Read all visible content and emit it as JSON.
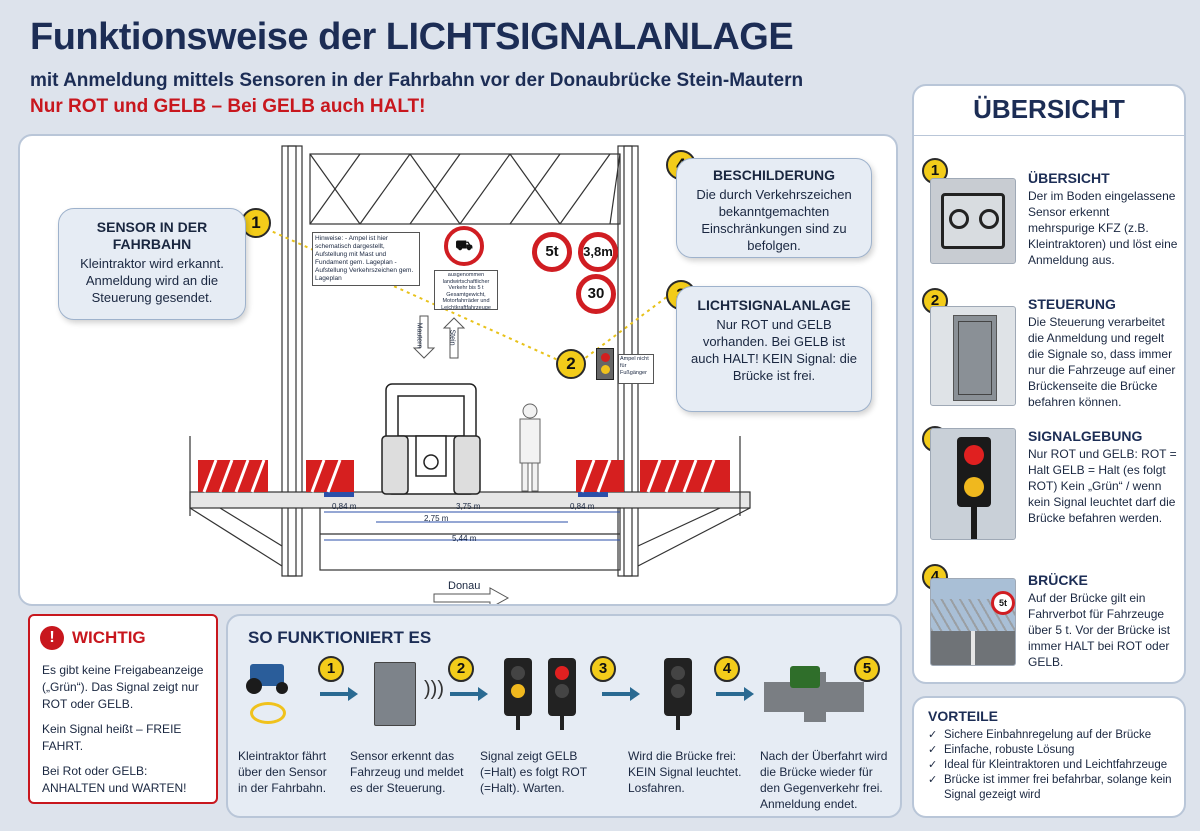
{
  "header": {
    "title": "Funktionsweise der LICHTSIGNALANLAGE",
    "subtitle": "mit Anmeldung mittels Sensoren in der Fahrbahn vor der Donaubrücke Stein-Mautern",
    "warning": "Nur ROT und GELB – Bei GELB auch HALT!"
  },
  "diagram": {
    "callout_sensor": {
      "number": "1",
      "title": "SENSOR IN DER FAHRBAHN",
      "text": "Kleintraktor wird erkannt. Anmeldung wird an die Steuerung gesendet."
    },
    "callout_schild": {
      "number": "4",
      "title": "BESCHILDERUNG",
      "text": "Die durch Verkehrszeichen bekanntgemachten Einschränkungen sind zu befolgen."
    },
    "callout_lsa": {
      "number": "3",
      "title": "LICHTSIGNALANLAGE",
      "text": "Nur ROT und GELB vorhanden. Bei GELB ist auch HALT! KEIN Signal: die Brücke ist frei."
    },
    "marker_2": "2",
    "hinweis_box": "Hinweise: - Ampel ist hier schematisch dargestellt, Aufstellung mit Mast und Fundament gem. Lageplan - Aufstellung Verkehrszeichen gem. Lageplan",
    "sign_note": "ausgenommen landwirtschaftlicher Verkehr bis 5 t Gesamtgewicht, Motorfahrräder und Leichtkraftfahrzeuge",
    "sign_5t": "5t",
    "sign_height": "3,8m",
    "sign_speed": "30",
    "ampel_note": "Ampel nicht für Fußgänger",
    "dim_left": "0,84 m",
    "dim_center": "3,75 m",
    "dim_right": "0,84 m",
    "dim_inner": "2,75 m",
    "dim_total": "5,44 m",
    "dir_mautern": "Mautern",
    "dir_stein": "Stein",
    "river": "Donau"
  },
  "overview": {
    "title": "ÜBERSICHT",
    "items": [
      {
        "number": "1",
        "heading": "ÜBERSICHT",
        "text": "Der im Boden eingelassene Sensor erkennt mehrspurige KFZ (z.B. Kleintraktoren) und löst eine Anmeldung aus."
      },
      {
        "number": "2",
        "heading": "STEUERUNG",
        "text": "Die Steuerung verarbeitet die Anmeldung und regelt die Signale so, dass immer nur die Fahrzeuge auf einer Brückenseite die Brücke befahren können."
      },
      {
        "number": "3",
        "heading": "SIGNALGEBUNG",
        "text": "Nur ROT und GELB: ROT = Halt GELB = Halt (es folgt ROT) Kein „Grün“ / wenn kein Signal leuchtet darf die Brücke befahren werden."
      },
      {
        "number": "4",
        "heading": "BRÜCKE",
        "text": "Auf der Brücke gilt ein Fahrverbot für Fahrzeuge über 5 t. Vor der Brücke ist immer HALT bei ROT oder GELB."
      }
    ],
    "bridge_sign": "5t"
  },
  "vorteile": {
    "title": "VORTEILE",
    "items": [
      "Sichere Einbahnregelung auf der Brücke",
      "Einfache, robuste Lösung",
      "Ideal für Kleintraktoren und Leichtfahrzeuge",
      "Brücke ist immer frei befahrbar, solange kein Signal gezeigt wird"
    ]
  },
  "wichtig": {
    "title": "WICHTIG",
    "p1": "Es gibt keine Freigabeanzeige („Grün“). Das Signal zeigt nur ROT oder GELB.",
    "p2": "Kein Signal heißt – FREIE FAHRT.",
    "p3": "Bei Rot oder GELB: ANHALTEN und WARTEN!"
  },
  "steps": {
    "title": "SO FUNKTIONIERT ES",
    "items": [
      {
        "number": "1",
        "text": "Kleintraktor fährt über den Sensor in der Fahrbahn."
      },
      {
        "number": "2",
        "text": "Sensor erkennt das Fahrzeug und meldet es der Steuerung."
      },
      {
        "number": "3",
        "text": "Signal zeigt GELB (=Halt) es folgt ROT (=Halt). Warten."
      },
      {
        "number": "4",
        "text": "Wird die Brücke frei: KEIN Signal leuchtet. Losfahren."
      },
      {
        "number": "5",
        "text": "Nach der Überfahrt wird die Brücke wieder für den Gegenverkehr frei. Anmeldung endet."
      }
    ]
  },
  "colors": {
    "navy": "#1c2d55",
    "red": "#c8171e",
    "yellow": "#f3cc1a",
    "blue_arrow": "#2a6a92"
  }
}
